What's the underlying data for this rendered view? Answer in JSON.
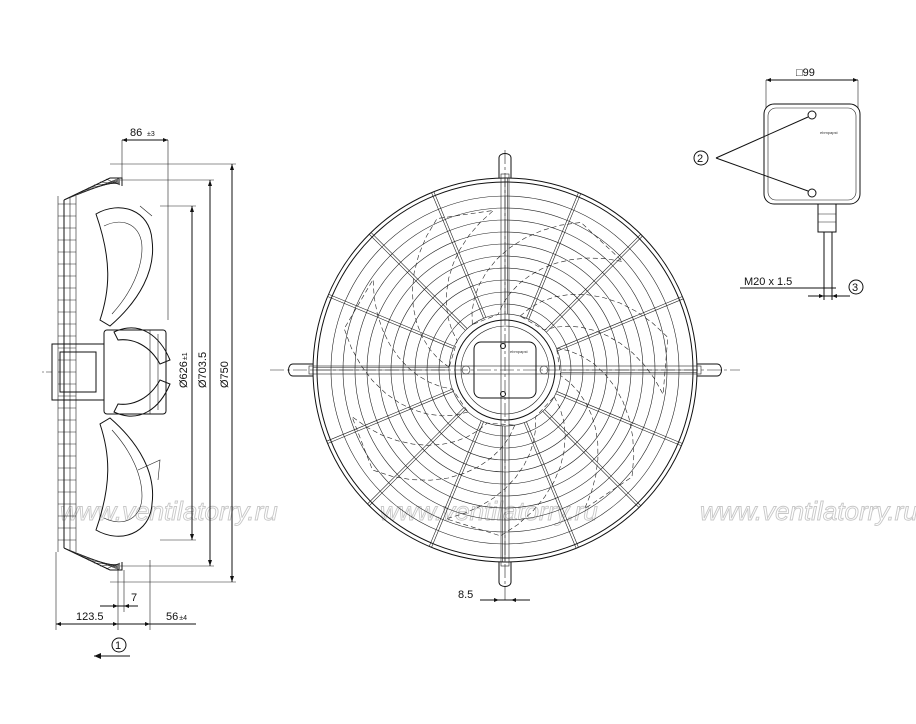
{
  "side_view": {
    "dim_top": "86",
    "dim_top_tol": "±3",
    "dia_inner": "Ø626",
    "dia_inner_tol": "±1",
    "dia_mid": "Ø703.5",
    "dia_outer": "Ø750",
    "dim_bottom_left": "123.5",
    "dim_bottom_mid": "7",
    "dim_bottom_right": "56",
    "dim_bottom_right_tol": "±4",
    "callout": "1"
  },
  "front_view": {
    "dim_bottom": "8.5",
    "hub_label": "ebmpapst"
  },
  "terminal_box": {
    "dim_top": "□99",
    "label": "ebmpapst",
    "callout_screws": "2",
    "gland_thread": "M20 x 1.5",
    "callout_gland": "3"
  },
  "watermark": "www.ventilatorry.ru"
}
